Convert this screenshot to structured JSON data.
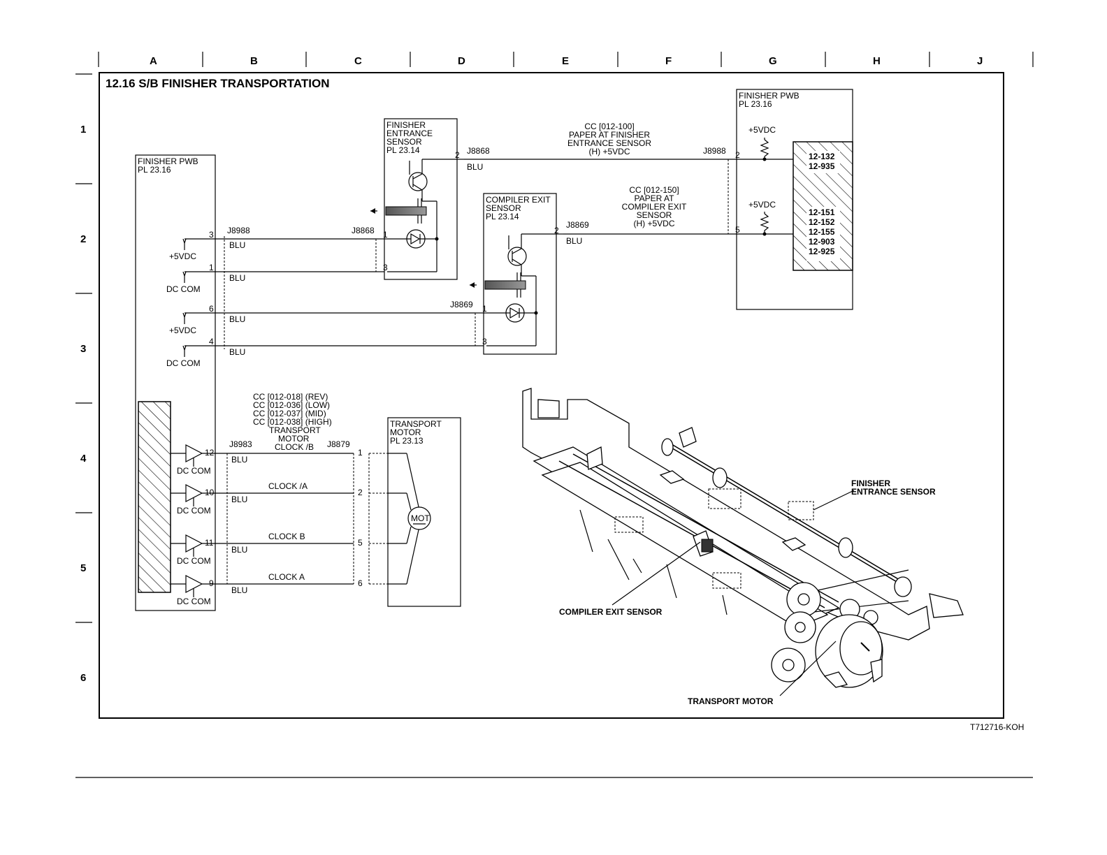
{
  "page": {
    "title": "12.16  S/B FINISHER TRANSPORTATION",
    "figure_id": "T712716-KOH",
    "column_labels": [
      "A",
      "B",
      "C",
      "D",
      "E",
      "F",
      "G",
      "H",
      "J"
    ],
    "row_labels": [
      "1",
      "2",
      "3",
      "4",
      "5",
      "6"
    ]
  },
  "left_pwb": {
    "name": "FINISHER PWB",
    "pl": "PL 23.16",
    "supplies": [
      {
        "label": "+5VDC",
        "pin": "3"
      },
      {
        "label": "DC COM",
        "pin": "1"
      },
      {
        "label": "+5VDC",
        "pin": "6"
      },
      {
        "label": "DC COM",
        "pin": "4"
      }
    ],
    "drivers": [
      {
        "pin": "12",
        "ground": "DC COM"
      },
      {
        "pin": "10",
        "ground": "DC COM"
      },
      {
        "pin": "11",
        "ground": "DC COM"
      },
      {
        "pin": "9",
        "ground": "DC COM"
      }
    ]
  },
  "entrance_sensor": {
    "lines": [
      "FINISHER",
      "ENTRANCE",
      "SENSOR",
      "PL 23.14"
    ],
    "pins": [
      "2",
      "1",
      "3"
    ]
  },
  "compiler_sensor": {
    "lines": [
      "COMPILER EXIT",
      "SENSOR",
      "PL 23.14"
    ],
    "pins": [
      "2",
      "1",
      "3"
    ]
  },
  "right_pwb": {
    "name": "FINISHER PWB",
    "pl": "PL 23.16",
    "pins": [
      "2",
      "5"
    ],
    "supplies": [
      "+5VDC",
      "+5VDC"
    ],
    "codes_top": [
      "12-132",
      "12-935"
    ],
    "codes_bottom": [
      "12-151",
      "12-152",
      "12-155",
      "12-903",
      "12-925"
    ]
  },
  "motor": {
    "lines": [
      "TRANSPORT",
      "MOTOR",
      "PL 23.13"
    ],
    "symbol": "MOT",
    "pins": [
      "1",
      "2",
      "5",
      "6"
    ]
  },
  "connectors": {
    "j8988": "J8988",
    "j8868": "J8868",
    "j8869": "J8869",
    "j8983": "J8983",
    "j8879": "J8879"
  },
  "wires": {
    "blu": "BLU",
    "clock_a_slash": "CLOCK /A",
    "clock_b": "CLOCK B",
    "clock_a": "CLOCK A"
  },
  "signals": {
    "entrance": [
      "CC [012-100]",
      "PAPER AT FINISHER",
      "ENTRANCE SENSOR",
      "(H) +5VDC"
    ],
    "compiler": [
      "CC [012-150]",
      "PAPER AT",
      "COMPILER EXIT",
      "SENSOR",
      "(H) +5VDC"
    ],
    "motor": [
      "CC [012-018] (REV)",
      "CC [012-036] (LOW)",
      "CC  [012-037] (MID)",
      "CC [012-038] (HIGH)",
      "TRANSPORT",
      "MOTOR",
      "CLOCK /B"
    ]
  },
  "callouts": {
    "finisher_entrance": [
      "FINISHER",
      "ENTRANCE SENSOR"
    ],
    "compiler_exit": "COMPILER EXIT SENSOR",
    "transport_motor": "TRANSPORT MOTOR"
  }
}
